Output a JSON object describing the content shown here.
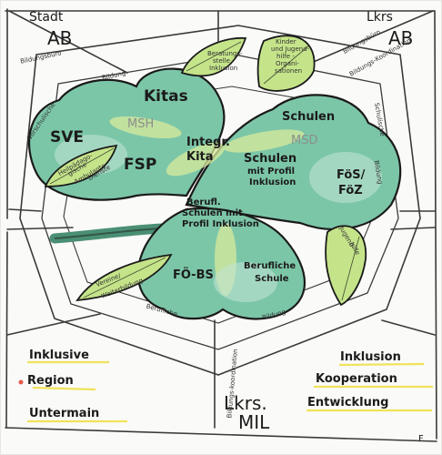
{
  "corners": {
    "top_left": {
      "line1": "Stadt",
      "line2": "AB"
    },
    "top_right": {
      "line1": "Lkrs",
      "line2": "AB"
    },
    "bottom": {
      "line1": "Lkrs.",
      "line2": "MIL"
    },
    "left_bottom": [
      "Inklusive",
      "Region",
      "Untermain"
    ],
    "right_bottom": [
      "Inklusion",
      "Kooperation",
      "Entwicklung"
    ],
    "signature": "F"
  },
  "clover": {
    "top_left_leaf": {
      "title": "Kitas",
      "sve": "SVE",
      "fsp": "FSP",
      "msh": "MSH"
    },
    "center": {
      "line1": "Integr.",
      "line2": "Kita"
    },
    "right_leaf": {
      "title": "Schulen",
      "msd": "MSD",
      "profil": [
        "Schulen",
        "mit Profil",
        "Inklusion"
      ],
      "foes": [
        "FöS/",
        "FöZ"
      ]
    },
    "bottom_leaf": {
      "berufl": [
        "Berufl.",
        "Schulen mit",
        "Profil Inklusion"
      ],
      "fobs": "FÖ-BS",
      "beruf_schule": [
        "Berufliche",
        "Schule"
      ]
    }
  },
  "small_leaves": {
    "beratung": [
      "Beratungs-",
      "stelle",
      "Inklusion"
    ],
    "kinder": [
      "Kinder",
      "und Jugend-",
      "hilfe -",
      "Organi-",
      "sationen"
    ],
    "heilpaed": [
      "Heilpädago-",
      "gische",
      "Ambulante",
      "Dienste"
    ],
    "jugendhilfe": [
      "Jugend-",
      "hilfe"
    ],
    "vereine": [
      "Vereine/",
      "Weiterbildung"
    ]
  },
  "rim_labels": {
    "bildungsbuero_tl": "Bildungsbüro",
    "bildung_tl": "Bildung",
    "vorschule": "Vorschulische",
    "bildungsbuero_tr": "Bildungsbüro",
    "bildungs_koord": "Bildungs-Koordination",
    "schulische": "Schulische",
    "bildung_r": "Bildung",
    "berufliche": "Berufliche",
    "bildung_b": "Bildung",
    "bildungs_koord_b": "Bildungs-koordination"
  }
}
